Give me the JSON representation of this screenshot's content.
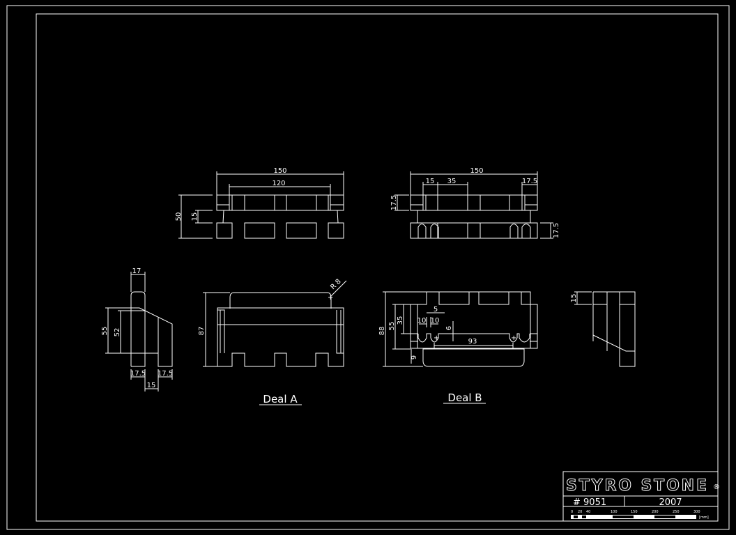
{
  "drawing": {
    "top_views": {
      "left": {
        "overall_width": "150",
        "inner_width": "120",
        "height": "50",
        "gap": "15"
      },
      "right": {
        "overall_width": "150",
        "d15": "15",
        "d35": "35",
        "d17_5_top": "17.5",
        "d17_5_left": "17.5",
        "d17_5_right": "17.5"
      }
    },
    "deal_a": {
      "label": "Deal A",
      "side": {
        "top": "17",
        "h55": "55",
        "h52": "52",
        "b17_5_l": "17.5",
        "b17_5_r": "17.5",
        "b15": "15"
      },
      "front": {
        "height": "87",
        "radius": "R 8"
      }
    },
    "deal_b": {
      "label": "Deal B",
      "front": {
        "height": "88",
        "h55": "55",
        "h35": "35",
        "w10a": "10",
        "w10b": "10",
        "w5": "5",
        "d9": "9",
        "w93": "93",
        "b9": "9"
      },
      "side": {
        "h15": "15"
      }
    },
    "title_block": {
      "brand": "STYRO STONE",
      "registered": "®",
      "number": "# 9051",
      "year": "2007",
      "scale_labels": [
        "0",
        "20",
        "40",
        "100",
        "150",
        "200",
        "250",
        "300"
      ],
      "scale_unit": "[mm]"
    }
  }
}
